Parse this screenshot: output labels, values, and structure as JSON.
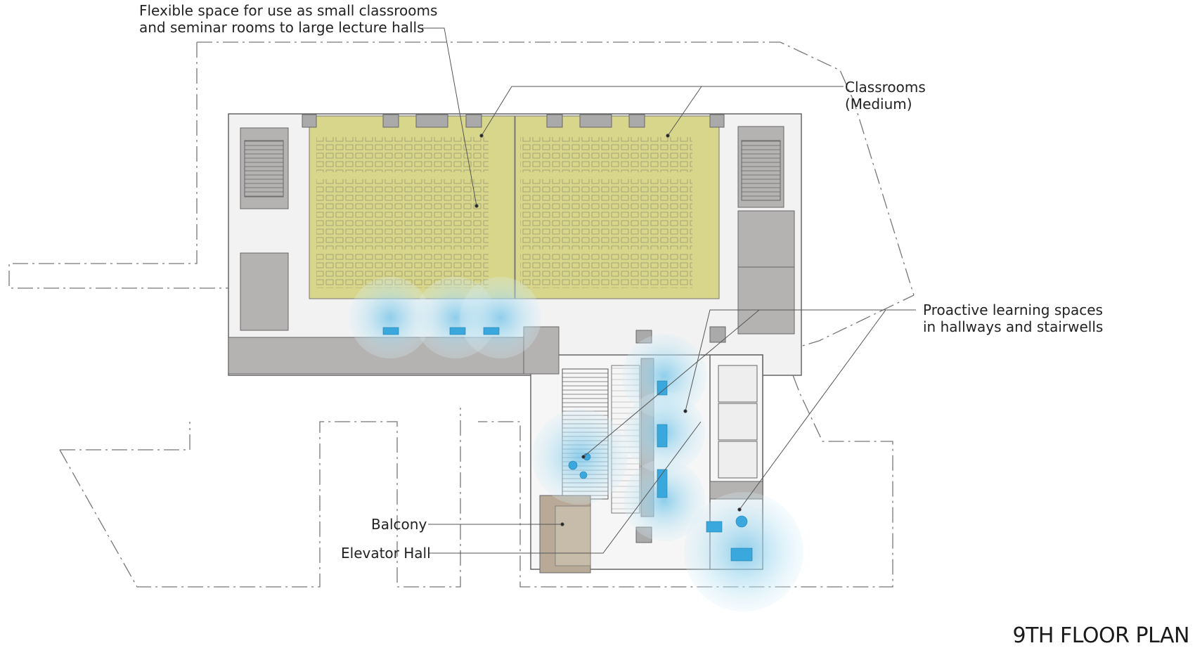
{
  "title": "9TH FLOOR PLAN",
  "annotations": {
    "flexible": {
      "line1": "Flexible space for use as small classrooms",
      "line2": "and seminar rooms to  large lecture halls"
    },
    "classrooms": {
      "line1": "Classrooms",
      "line2": "(Medium)"
    },
    "proactive": {
      "line1": "Proactive learning spaces",
      "line2": "in hallways and stairwells"
    },
    "balcony": "Balcony",
    "elevator_hall": "Elevator Hall"
  },
  "colors": {
    "classroom_fill": "#d8d68a",
    "core_gray": "#b5b3b1",
    "balcony_fill": "#b9aa97",
    "learning_glow": "#bfe3f2",
    "learning_core": "#3aa7dd",
    "line": "#555555"
  }
}
